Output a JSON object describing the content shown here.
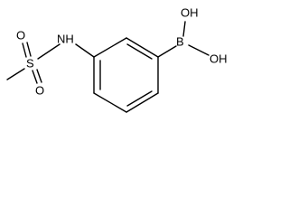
{
  "molecule": {
    "atoms": {
      "methyl_label": "",
      "sulfur": "S",
      "oxygen_1": "O",
      "oxygen_2": "O",
      "nitrogen_hydrogen": "NH",
      "boron": "B",
      "hydroxyl_1": "OH",
      "hydroxyl_2": "OH"
    },
    "colors": {
      "ink": "#000000",
      "background": "#ffffff"
    }
  }
}
